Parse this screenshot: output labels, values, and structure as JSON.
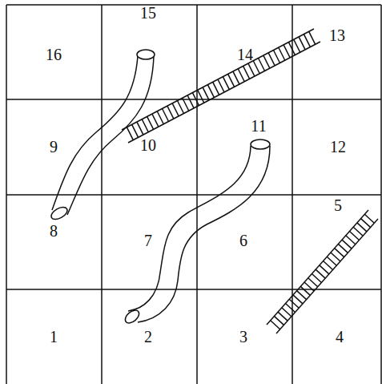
{
  "diagram": {
    "labels": [
      "16",
      "15",
      "14",
      "13",
      "9",
      "10",
      "11",
      "12",
      "8",
      "7",
      "6",
      "5",
      "1",
      "2",
      "3",
      "4"
    ]
  }
}
